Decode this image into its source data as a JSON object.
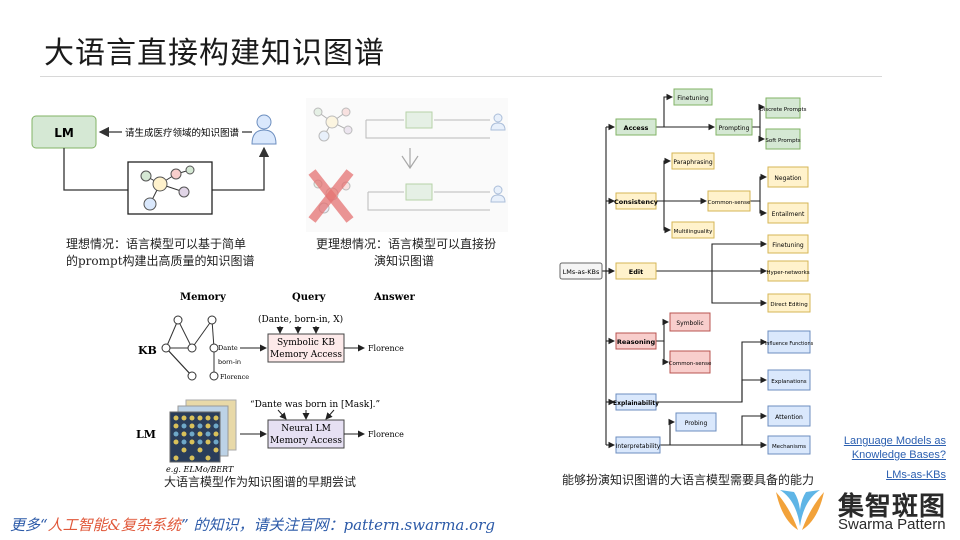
{
  "slide": {
    "title": "大语言直接构建知识图谱"
  },
  "fig_ideal": {
    "lm_label": "LM",
    "prompt_text": "请生成医疗领域的知识图谱",
    "caption_line1": "理想情况：语言模型可以基于简单",
    "caption_line2": "的prompt构建出高质量的知识图谱"
  },
  "fig_better": {
    "caption_line1": "更理想情况：语言模型可以直接扮",
    "caption_line2": "演知识图谱"
  },
  "fig_early": {
    "col_memory": "Memory",
    "col_query": "Query",
    "col_answer": "Answer",
    "kb_label": "KB",
    "lm_label": "LM",
    "query_triple": "(Dante, born-in, X)",
    "node_dante": "Dante",
    "node_bornin": "born-in",
    "node_florence": "Florence",
    "symbolic_box_1": "Symbolic KB",
    "symbolic_box_2": "Memory Access",
    "answer_1": "Florence",
    "lm_query": "“Dante was born in [Mask].”",
    "neural_box_1": "Neural LM",
    "neural_box_2": "Memory Access",
    "answer_2": "Florence",
    "example_label": "e.g. ELMo/BERT",
    "caption": "大语言模型作为知识图谱的早期尝试"
  },
  "taxonomy": {
    "root": "LMs-as-KBs",
    "access": "Access",
    "finetuning_a": "Finetuning",
    "prompting": "Prompting",
    "discrete_prompts": "Discrete Prompts",
    "soft_prompts": "Soft Prompts",
    "consistency": "Consistency",
    "paraphrasing": "Paraphrasing",
    "commonsense_c": "Common-sense",
    "multilinguality": "Multilinguality",
    "negation": "Negation",
    "entailment": "Entailment",
    "edit": "Edit",
    "finetuning_e": "Finetuning",
    "hypernetworks": "Hyper-networks",
    "direct_editing": "Direct Editing",
    "reasoning": "Reasoning",
    "symbolic": "Symbolic",
    "commonsense_r": "Common-sense",
    "explainability": "Explainability",
    "influence_functions": "Influence Functions",
    "explanations": "Explanations",
    "interpretability": "Interpretability",
    "probing": "Probing",
    "attention": "Attention",
    "mechanisms": "Mechanisms",
    "caption": "能够扮演知识图谱的大语言模型需要具备的能力"
  },
  "links": {
    "paper_line1": "Language Models as",
    "paper_line2": "Knowledge Bases?",
    "survey": "LMs-as-KBs"
  },
  "footer": {
    "prefix": "更多“",
    "highlight": "人工智能&复杂系统",
    "suffix": "” 的知识，请关注官网：pattern.swarma.org"
  },
  "brand": {
    "name_cn": "集智斑图",
    "name_en": "Swarma Pattern"
  },
  "colors": {
    "access_fill": "#d5e8d4",
    "access_stroke": "#82b366",
    "yellow_fill": "#fff2cc",
    "yellow_stroke": "#d6b656",
    "red_fill": "#f8cecc",
    "red_stroke": "#b85450",
    "blue_fill": "#dae8fc",
    "blue_stroke": "#6c8ebf",
    "link": "#2b5fb0",
    "footer": "#2c5aa8",
    "footer_highlight": "#e0583a"
  }
}
